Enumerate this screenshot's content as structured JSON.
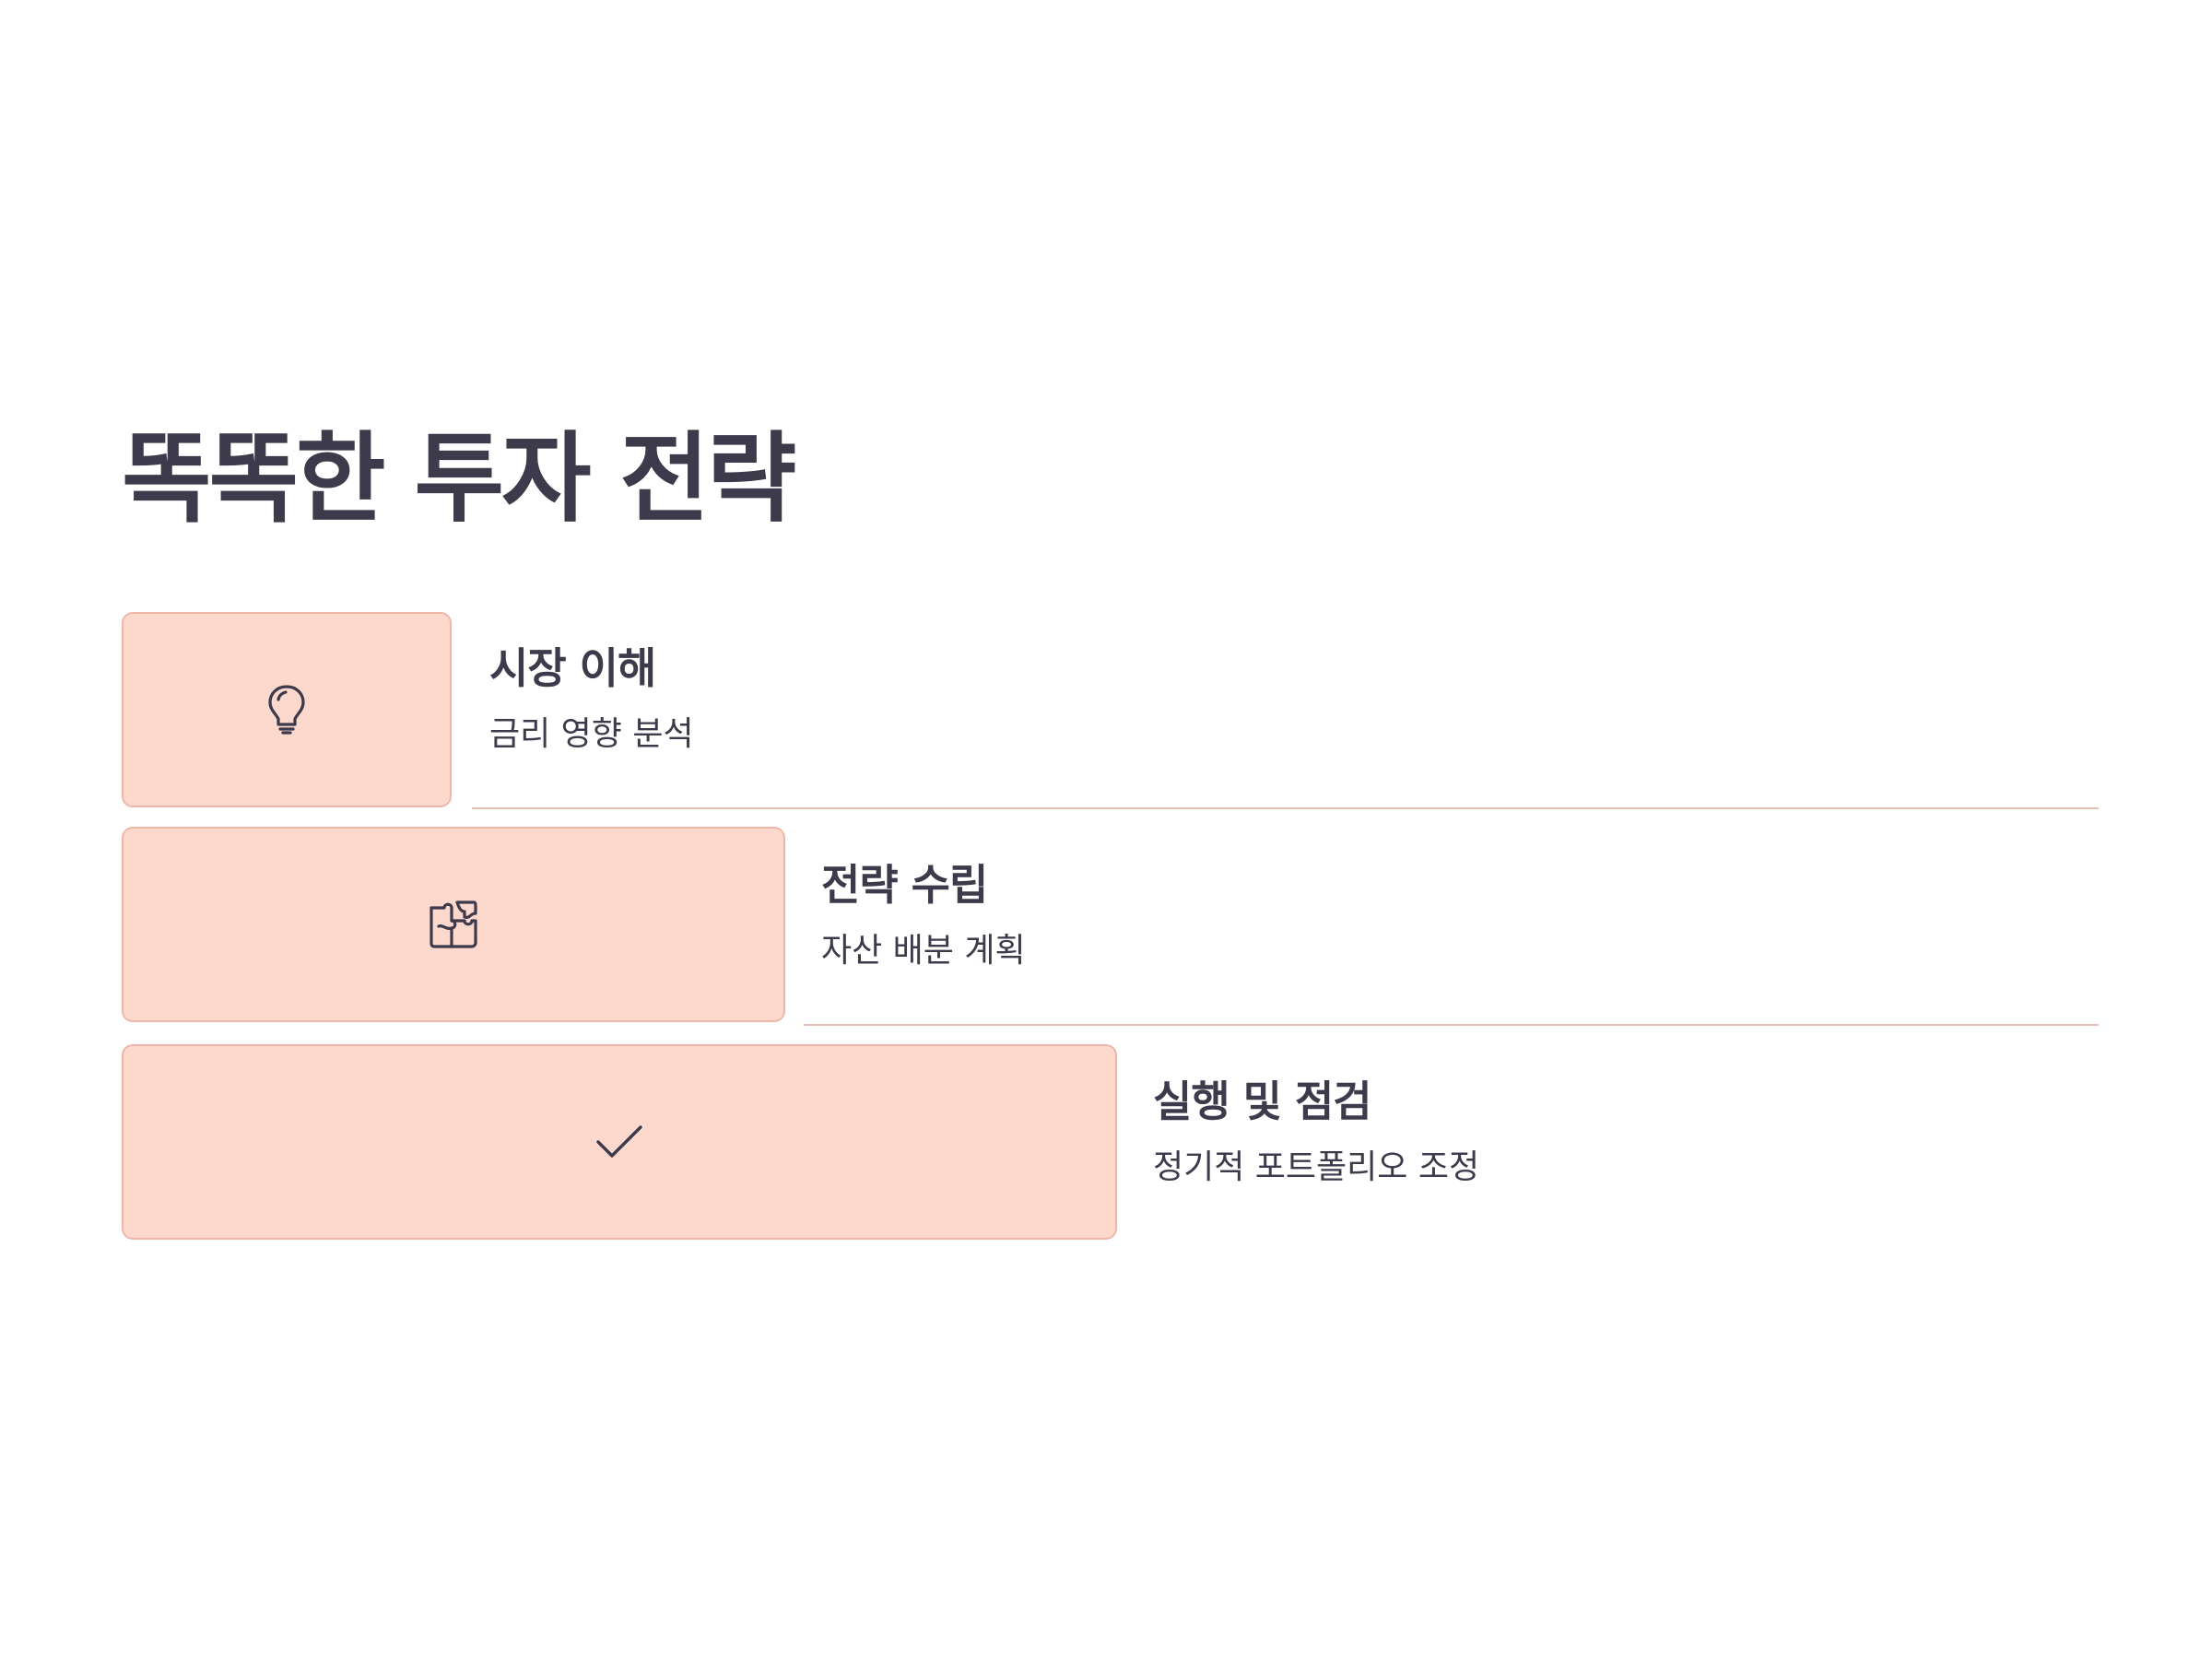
{
  "title": "똑똑한 투자 전략",
  "colors": {
    "accent_fill": "#fdd8cc",
    "accent_border": "#efb7a8",
    "text": "#3d3a4b",
    "divider": "#e3c0b4"
  },
  "steps": [
    {
      "heading": "시장 이해",
      "description": "금리 영향 분석",
      "icon": "lightbulb-icon"
    },
    {
      "heading": "전략 수립",
      "description": "자산 배분 계획",
      "icon": "puzzle-icon"
    },
    {
      "heading": "실행 및 점검",
      "description": "정기적 포트폴리오 조정",
      "icon": "check-icon"
    }
  ]
}
